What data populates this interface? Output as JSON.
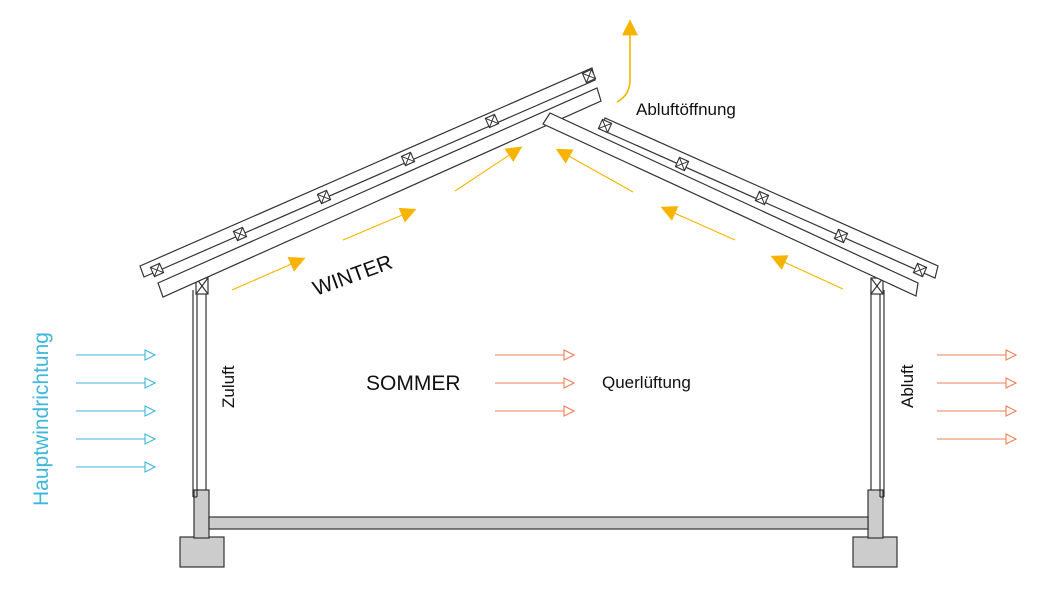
{
  "labels": {
    "winter": "WINTER",
    "sommer": "SOMMER",
    "querlueftung": "Querlüftung",
    "zuluft": "Zuluft",
    "abluft": "Abluft",
    "abluftoeffnung": "Abluftöffnung",
    "hauptwindrichtung": "Hauptwindrichtung"
  },
  "colors": {
    "wind": "#3FB6DC",
    "summer_flow": "#EE7F55",
    "winter_flow": "#F6B400",
    "structure": "#333333",
    "fill": "#cccccc"
  }
}
